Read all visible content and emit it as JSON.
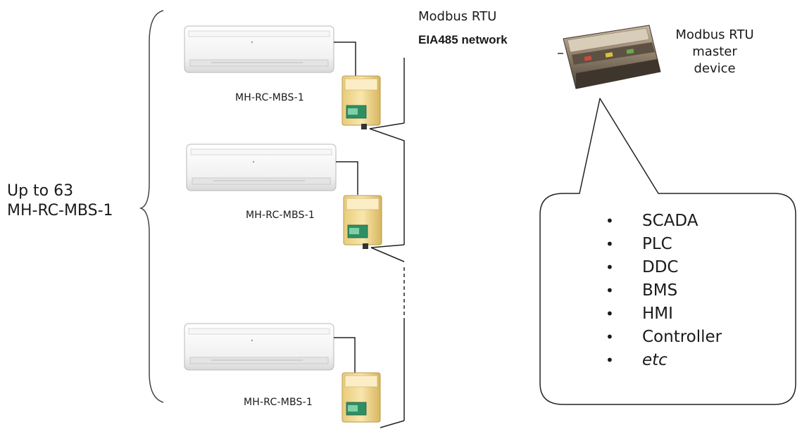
{
  "group_label": [
    "Up to 63",
    "MH-RC-MBS-1"
  ],
  "gateway_label": "MH-RC-MBS-1",
  "bus_label": {
    "line1": "Modbus RTU",
    "line2": "EIA485 network"
  },
  "master_label": [
    "Modbus RTU",
    "master",
    "device"
  ],
  "options": [
    "SCADA",
    "PLC",
    "DDC",
    "BMS",
    "HMI",
    "Controller",
    "etc"
  ],
  "colors": {
    "gateway_body": "#f3dc9a",
    "gateway_shadow": "#d7b963",
    "gateway_green": "#2f8f63",
    "master_body": "#8a7a6a",
    "line": "#1a1a1a"
  }
}
